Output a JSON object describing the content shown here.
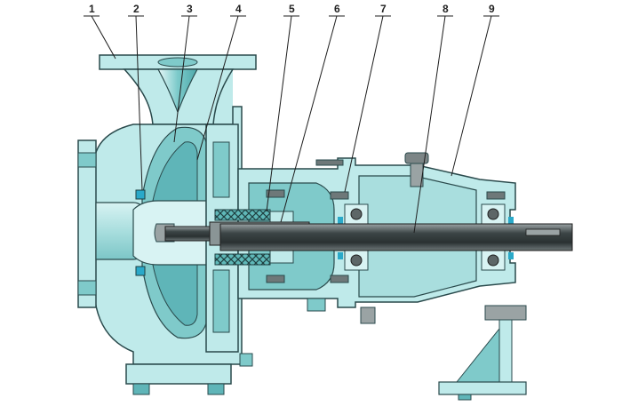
{
  "callouts": [
    {
      "number": "1"
    },
    {
      "number": "2"
    },
    {
      "number": "3"
    },
    {
      "number": "4"
    },
    {
      "number": "5"
    },
    {
      "number": "6"
    },
    {
      "number": "7"
    },
    {
      "number": "8"
    },
    {
      "number": "9"
    }
  ],
  "colors": {
    "casing": "#bfeaea",
    "casing_dark": "#7fcaca",
    "casing_deep": "#5fb5b8",
    "outline": "#2a4a4c",
    "shaft": "#3c4546",
    "shaft_light": "#8a9596",
    "packing": "#6fc0c0",
    "bearing": "#b8d8d8",
    "line": "#1e1e1e"
  }
}
